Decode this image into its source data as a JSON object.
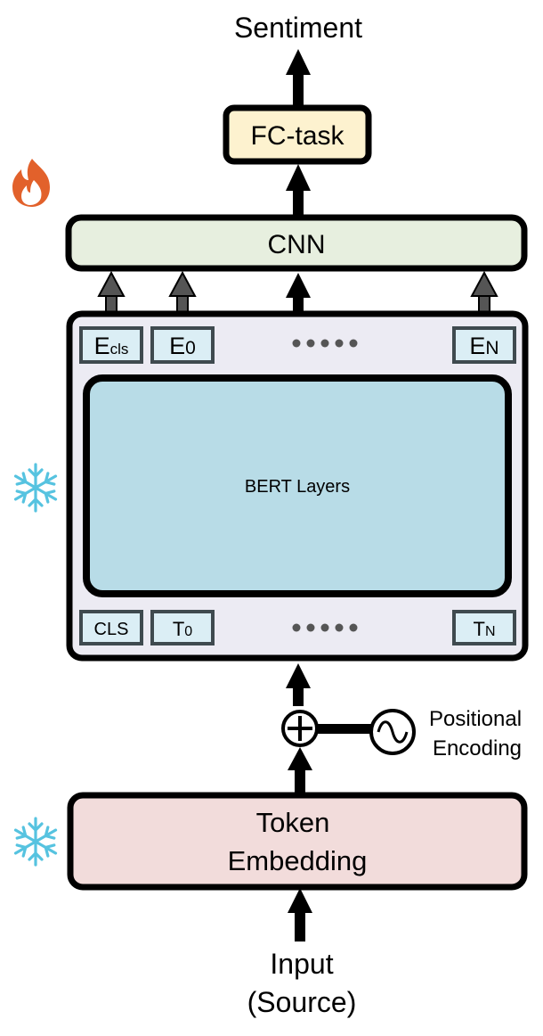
{
  "output_label": "Sentiment",
  "fc_task": {
    "label": "FC-task",
    "fill": "#fdf2cf"
  },
  "cnn": {
    "label": "CNN",
    "fill": "#e7efdf"
  },
  "bert_block": {
    "fill": "#ecebf3",
    "inner_label": "BERT Layers",
    "inner_fill": "#b8dce7",
    "top_tokens": [
      {
        "main": "E",
        "sub": "cls"
      },
      {
        "main": "E",
        "sub": "0"
      },
      {
        "main": "E",
        "sub": "N"
      }
    ],
    "bottom_tokens": [
      {
        "main": "CLS",
        "sub": ""
      },
      {
        "main": "T",
        "sub": "0"
      },
      {
        "main": "T",
        "sub": "N"
      }
    ],
    "token_fill": "#dbeef5"
  },
  "positional_encoding": {
    "line1": "Positional",
    "line2": "Encoding"
  },
  "token_embedding": {
    "line1": "Token",
    "line2": "Embedding",
    "fill": "#f2dcdb"
  },
  "input_label": {
    "line1": "Input",
    "line2": "(Source)"
  },
  "icons": {
    "trainable": "flame-icon",
    "frozen": "snowflake-icon",
    "flame_color": "#e2612b",
    "snow_color": "#56c3e0"
  }
}
